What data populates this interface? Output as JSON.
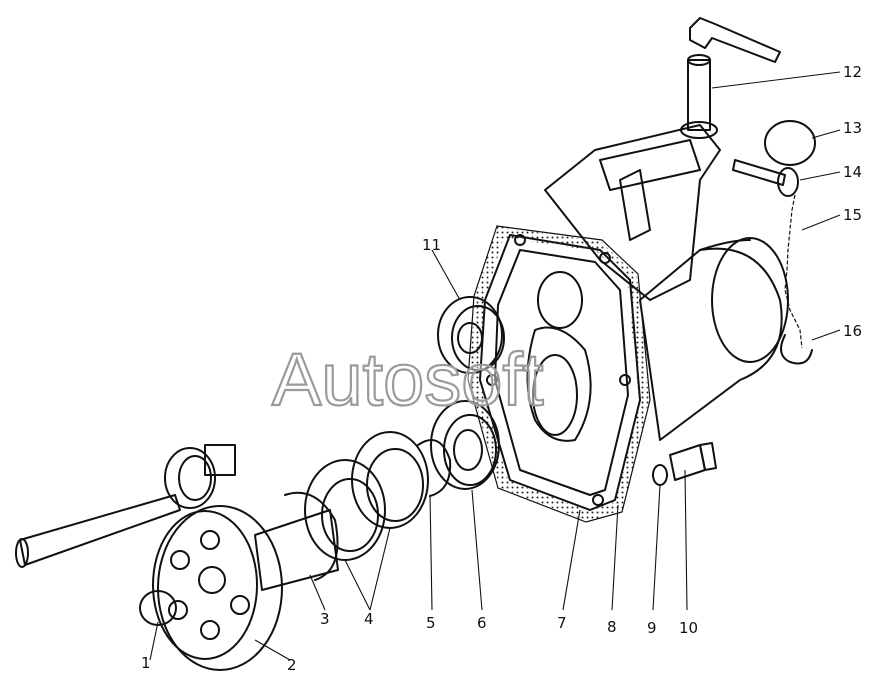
{
  "watermark": "Autosoft",
  "callouts": [
    "1",
    "2",
    "3",
    "4",
    "5",
    "6",
    "7",
    "8",
    "9",
    "10",
    "11",
    "12",
    "13",
    "14",
    "15",
    "16"
  ]
}
